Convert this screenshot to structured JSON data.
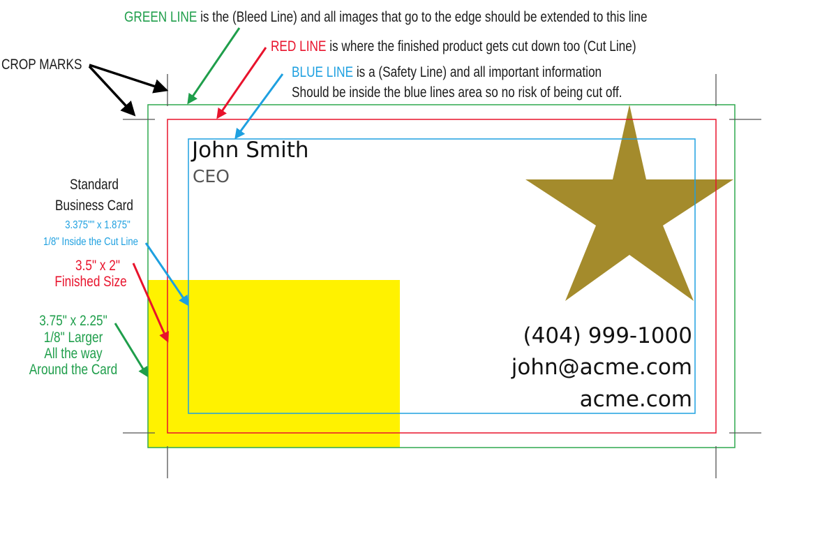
{
  "colors": {
    "bleed_line": "#2ea84f",
    "cut_line": "#e8132c",
    "safety_line": "#1ea0e0",
    "crop_mark": "#555555",
    "yellow_block": "#fff200",
    "star": "#a48b2c",
    "annotation_green": "#1f9e4b",
    "annotation_red": "#e8132c",
    "annotation_blue": "#1ea0e0"
  },
  "annotations": {
    "green_line": {
      "keyword": "GREEN LINE",
      "text": " is the (Bleed Line) and all images that go to the edge should be extended to this line"
    },
    "red_line": {
      "keyword": "RED LINE",
      "text": " is where the finished product gets cut down too (Cut Line)"
    },
    "blue_line": {
      "keyword": "BLUE LINE",
      "text": " is a (Safety Line) and all important information",
      "text2": "Should be inside the blue lines area so no risk of being cut off."
    },
    "crop_marks": "CROP MARKS"
  },
  "sidebar": {
    "title_line1": "Standard",
    "title_line2": "Business Card",
    "safety_size": "3.375\"\" x 1.875\"",
    "safety_note": "1/8\" Inside the Cut Line",
    "finished_size": "3.5\" x 2\"",
    "finished_label": "Finished Size",
    "bleed_size": "3.75\" x 2.25\"",
    "bleed_line1": "1/8\" Larger",
    "bleed_line2": "All the way",
    "bleed_line3": "Around the Card"
  },
  "card": {
    "name": "John Smith",
    "title": "CEO",
    "phone": "(404) 999-1000",
    "email": "john@acme.com",
    "website": "acme.com",
    "decoration": "star-shape"
  }
}
